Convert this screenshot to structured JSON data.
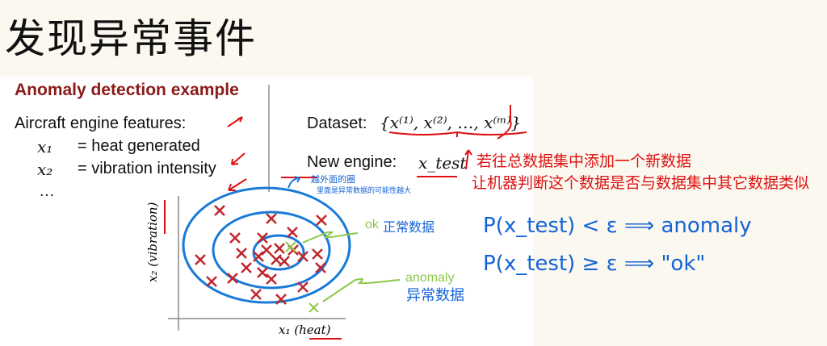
{
  "note_title": "发现异常事件",
  "slide": {
    "title": "Anomaly detection example",
    "features_heading": "Aircraft engine features:",
    "features": [
      {
        "var": "x₁",
        "desc": "= heat generated"
      },
      {
        "var": "x₂",
        "desc": "= vibration intensity"
      }
    ],
    "ellipsis": "…",
    "dataset_label": "Dataset:",
    "dataset_value": "{x⁽¹⁾, x⁽²⁾, …, x⁽ᵐ⁾}",
    "new_engine_label": "New engine:",
    "new_engine_var": "x_test",
    "x_axis_label": "x₁ (heat)",
    "y_axis_label": "x₂ (vibration)",
    "ok_label": "ok",
    "anomaly_label": "anomaly"
  },
  "annotations": {
    "red_line1": "若往总数据集中添加一个新数据",
    "red_line2": "让机器判断这个数据是否与数据集中其它数据类似",
    "blue_ring_line1": "越外面的圈",
    "blue_ring_line2": "里面是异常数据的可能性越大",
    "ok_note": "正常数据",
    "anomaly_note": "异常数据",
    "rule1": "P(x_test) < ε ⟹ anomaly",
    "rule2": "P(x_test) ≥ ε ⟹ \"ok\""
  }
}
